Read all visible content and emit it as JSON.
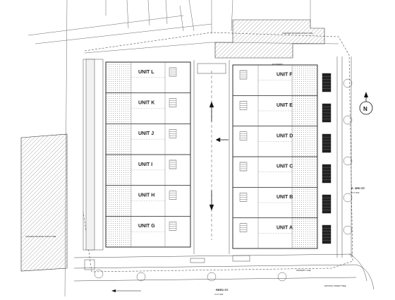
{
  "site_plan": {
    "north_label": "N",
    "west_units": [
      {
        "id": "L",
        "label": "UNIT L"
      },
      {
        "id": "K",
        "label": "UNIT K"
      },
      {
        "id": "J",
        "label": "UNIT J"
      },
      {
        "id": "I",
        "label": "UNIT I"
      },
      {
        "id": "H",
        "label": "UNIT H"
      },
      {
        "id": "G",
        "label": "UNIT G"
      }
    ],
    "east_units": [
      {
        "id": "F",
        "label": "UNIT F"
      },
      {
        "id": "E",
        "label": "UNIT E"
      },
      {
        "id": "D",
        "label": "UNIT D"
      },
      {
        "id": "C",
        "label": "UNIT C"
      },
      {
        "id": "B",
        "label": "UNIT B"
      },
      {
        "id": "A",
        "label": "UNIT A"
      }
    ],
    "annotations": {
      "east_street": "E. 3RD ST.",
      "east_street_width": "72'-0\" R/W",
      "south_street": "REED ST.",
      "south_street_width": "72'-0\" R/W",
      "adjacent_building_top": "ADJACENT BUILDING STRUCTURE",
      "adjacent_building_left": "ADJACENT BUILDING STRUCTURE",
      "footprint_sheet": "FOOTPRINT",
      "property_line": "PROPERTY LINE",
      "street_tree": "EXISTING STREET TREE"
    }
  }
}
